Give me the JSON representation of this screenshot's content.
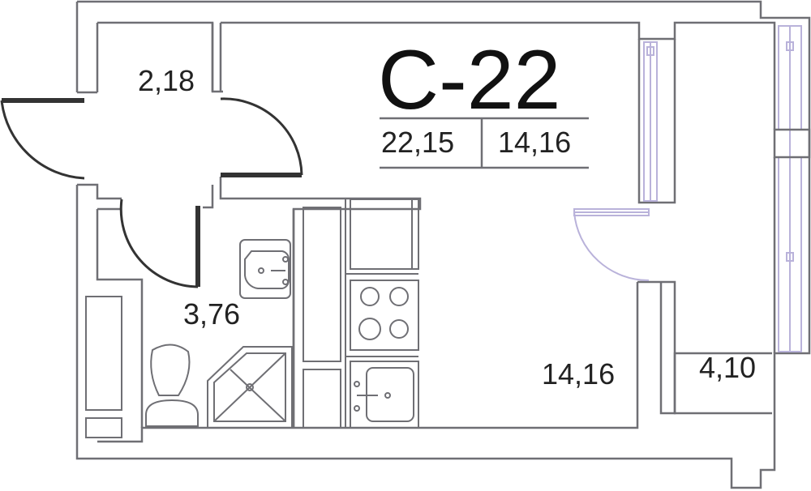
{
  "plan": {
    "title": "С-22",
    "total_area": "22,15",
    "living_area": "14,16"
  },
  "rooms": {
    "hall": {
      "area": "2,18"
    },
    "bathroom": {
      "area": "3,76"
    },
    "living_room": {
      "area": "14,16"
    },
    "balcony": {
      "area": "4,10"
    }
  },
  "colors": {
    "wall": "#6f6f74",
    "door": "#333333",
    "window": "#b9b2da",
    "text": "#111111"
  }
}
